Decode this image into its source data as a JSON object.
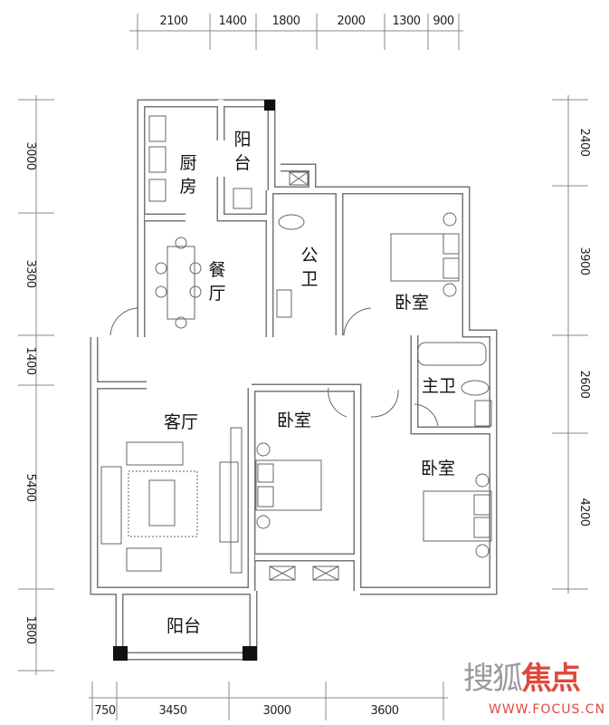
{
  "top_dimensions": [
    "2100",
    "1400",
    "1800",
    "2000",
    "1300",
    "900"
  ],
  "bottom_dimensions": [
    "750",
    "3450",
    "3000",
    "3600"
  ],
  "left_dimensions": [
    "3000",
    "3300",
    "1400",
    "5400",
    "1800"
  ],
  "right_dimensions": [
    "2400",
    "3900",
    "2600",
    "4200"
  ],
  "rooms": {
    "kitchen": [
      "厨",
      "房"
    ],
    "north_balcony": [
      "阳",
      "台"
    ],
    "dining": [
      "餐",
      "厅"
    ],
    "public_bath": [
      "公",
      "卫"
    ],
    "bedroom_ne": "卧室",
    "master_bath": "主卫",
    "living": "客厅",
    "bedroom_mid": "卧室",
    "bedroom_se": "卧室",
    "south_balcony": "阳台"
  },
  "watermark": {
    "brand_gray": "搜狐",
    "brand_red": "焦点",
    "url": "WWW.FOCUS.CN"
  },
  "colors": {
    "wall": "#777777",
    "brand_red": "#e0483d"
  }
}
